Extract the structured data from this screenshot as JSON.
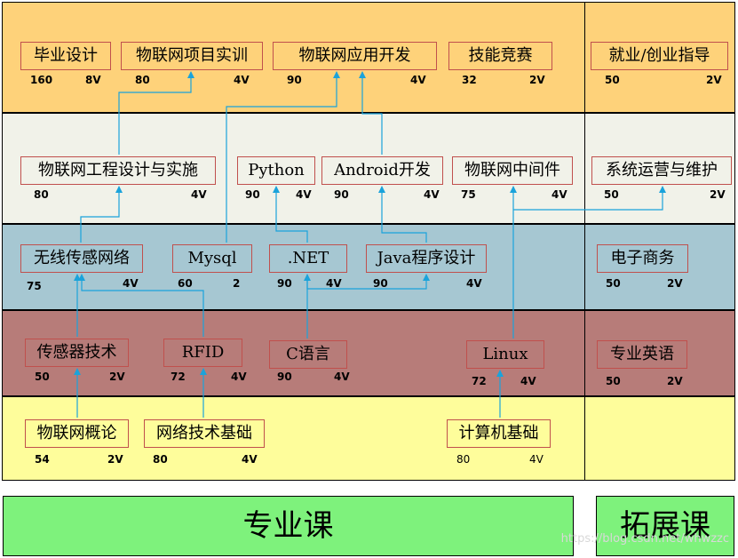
{
  "bands": [
    {
      "id": "row1",
      "color": "#fed27a"
    },
    {
      "id": "row2",
      "color": "#f1f2e9"
    },
    {
      "id": "row3",
      "color": "#a6c7d2"
    },
    {
      "id": "row4",
      "color": "#b77c79"
    },
    {
      "id": "row5",
      "color": "#fefd9b"
    }
  ],
  "arrow_color": "#1aa3db",
  "box_border_color": "#c0504d",
  "courses": {
    "bysj": {
      "name": "毕业设计",
      "hours": "160",
      "credit": "8V"
    },
    "xmsx": {
      "name": "物联网项目实训",
      "hours": "80",
      "credit": "4V"
    },
    "yykf": {
      "name": "物联网应用开发",
      "hours": "90",
      "credit": "4V"
    },
    "jnjs": {
      "name": "技能竞赛",
      "hours": "32",
      "credit": "2V"
    },
    "jyzd": {
      "name": "就业/创业指导",
      "hours": "50",
      "credit": "2V"
    },
    "gcsj": {
      "name": "物联网工程设计与实施",
      "hours": "80",
      "credit": "4V"
    },
    "python": {
      "name": "Python",
      "hours": "90",
      "credit": "4V"
    },
    "android": {
      "name": "Android开发",
      "hours": "90",
      "credit": "4V"
    },
    "zjj": {
      "name": "物联网中间件",
      "hours": "75",
      "credit": "4V"
    },
    "xtyy": {
      "name": "系统运营与维护",
      "hours": "50",
      "credit": "2V"
    },
    "wxcg": {
      "name": "无线传感网络",
      "hours": "75",
      "credit": "4V"
    },
    "mysql": {
      "name": "Mysql",
      "hours": "60",
      "credit": "2"
    },
    "net": {
      "name": ".NET",
      "hours": "90",
      "credit": "4V"
    },
    "java": {
      "name": "Java程序设计",
      "hours": "90",
      "credit": "4V"
    },
    "dzsw": {
      "name": "电子商务",
      "hours": "50",
      "credit": "2V"
    },
    "cgq": {
      "name": "传感器技术",
      "hours": "50",
      "credit": "2V"
    },
    "rfid": {
      "name": "RFID",
      "hours": "72",
      "credit": "4V"
    },
    "cyy": {
      "name": "C语言",
      "hours": "90",
      "credit": "4V"
    },
    "linux": {
      "name": "Linux",
      "hours": "72",
      "credit": "4V"
    },
    "zyyy": {
      "name": "专业英语",
      "hours": "50",
      "credit": "2V"
    },
    "wlwgl": {
      "name": "物联网概论",
      "hours": "54",
      "credit": "2V"
    },
    "wljc": {
      "name": "网络技术基础",
      "hours": "80",
      "credit": "4V"
    },
    "jsjjc": {
      "name": "计算机基础",
      "hours": "80",
      "credit": "4V"
    }
  },
  "legend": {
    "professional": "专业课",
    "extension": "拓展课"
  },
  "watermark": "https://blog.csdn.net/whwzzc"
}
